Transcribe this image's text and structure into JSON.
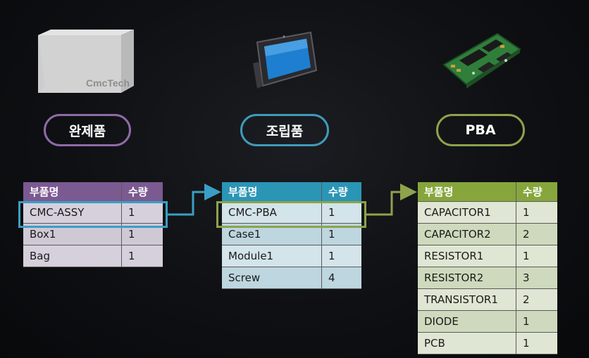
{
  "products": [
    {
      "box_brand": "CmcTech",
      "pill": "완제품"
    },
    {
      "pill": "조립품"
    },
    {
      "pill": "PBA"
    }
  ],
  "tables": [
    {
      "header": {
        "name": "부품명",
        "qty": "수량"
      },
      "rows": [
        {
          "name": "CMC-ASSY",
          "qty": "1"
        },
        {
          "name": "Box1",
          "qty": "1"
        },
        {
          "name": "Bag",
          "qty": "1"
        }
      ]
    },
    {
      "header": {
        "name": "부품명",
        "qty": "수량"
      },
      "rows": [
        {
          "name": "CMC-PBA",
          "qty": "1"
        },
        {
          "name": "Case1",
          "qty": "1"
        },
        {
          "name": "Module1",
          "qty": "1"
        },
        {
          "name": "Screw",
          "qty": "4"
        }
      ]
    },
    {
      "header": {
        "name": "부품명",
        "qty": "수량"
      },
      "rows": [
        {
          "name": "CAPACITOR1",
          "qty": "1"
        },
        {
          "name": "CAPACITOR2",
          "qty": "2"
        },
        {
          "name": "RESISTOR1",
          "qty": "1"
        },
        {
          "name": "RESISTOR2",
          "qty": "3"
        },
        {
          "name": "TRANSISTOR1",
          "qty": "2"
        },
        {
          "name": "DIODE",
          "qty": "1"
        },
        {
          "name": "PCB",
          "qty": "1"
        }
      ]
    }
  ],
  "colors": {
    "finished": "#7b5a92",
    "assembly": "#2b95b6",
    "pba": "#86a63c"
  }
}
